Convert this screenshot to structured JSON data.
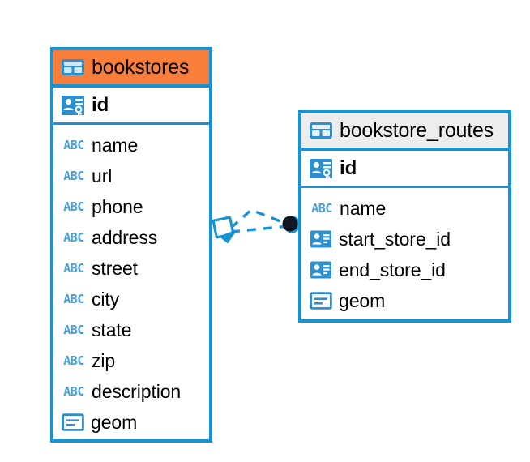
{
  "diagram": {
    "type": "entity-relationship-diagram",
    "background_color": "#ffffff",
    "accent_color": "#1593d3",
    "highlight_color": "#f97e3c",
    "header_gray": "#ededed"
  },
  "entities": [
    {
      "name": "bookstores",
      "header_icon": "table-icon",
      "header_style": "orange",
      "primary_key": {
        "label": "id",
        "icon": "primary-key-icon"
      },
      "columns": [
        {
          "label": "name",
          "icon": "abc-text-icon"
        },
        {
          "label": "url",
          "icon": "abc-text-icon"
        },
        {
          "label": "phone",
          "icon": "abc-text-icon"
        },
        {
          "label": "address",
          "icon": "abc-text-icon"
        },
        {
          "label": "street",
          "icon": "abc-text-icon"
        },
        {
          "label": "city",
          "icon": "abc-text-icon"
        },
        {
          "label": "state",
          "icon": "abc-text-icon"
        },
        {
          "label": "zip",
          "icon": "abc-text-icon"
        },
        {
          "label": "description",
          "icon": "abc-text-icon"
        },
        {
          "label": "geom",
          "icon": "geometry-icon"
        }
      ]
    },
    {
      "name": "bookstore_routes",
      "header_icon": "table-icon",
      "header_style": "gray",
      "primary_key": {
        "label": "id",
        "icon": "primary-key-icon"
      },
      "columns": [
        {
          "label": "name",
          "icon": "abc-text-icon"
        },
        {
          "label": "start_store_id",
          "icon": "foreign-key-icon"
        },
        {
          "label": "end_store_id",
          "icon": "foreign-key-icon"
        },
        {
          "label": "geom",
          "icon": "geometry-icon"
        }
      ]
    }
  ],
  "relationship": {
    "from": "bookstores",
    "to": "bookstore_routes",
    "line_style": "dashed",
    "source_marker": "diamond-arrow-marker",
    "target_marker": "filled-circle-marker",
    "color": "#1593d3"
  },
  "abc_glyph": "ABC"
}
